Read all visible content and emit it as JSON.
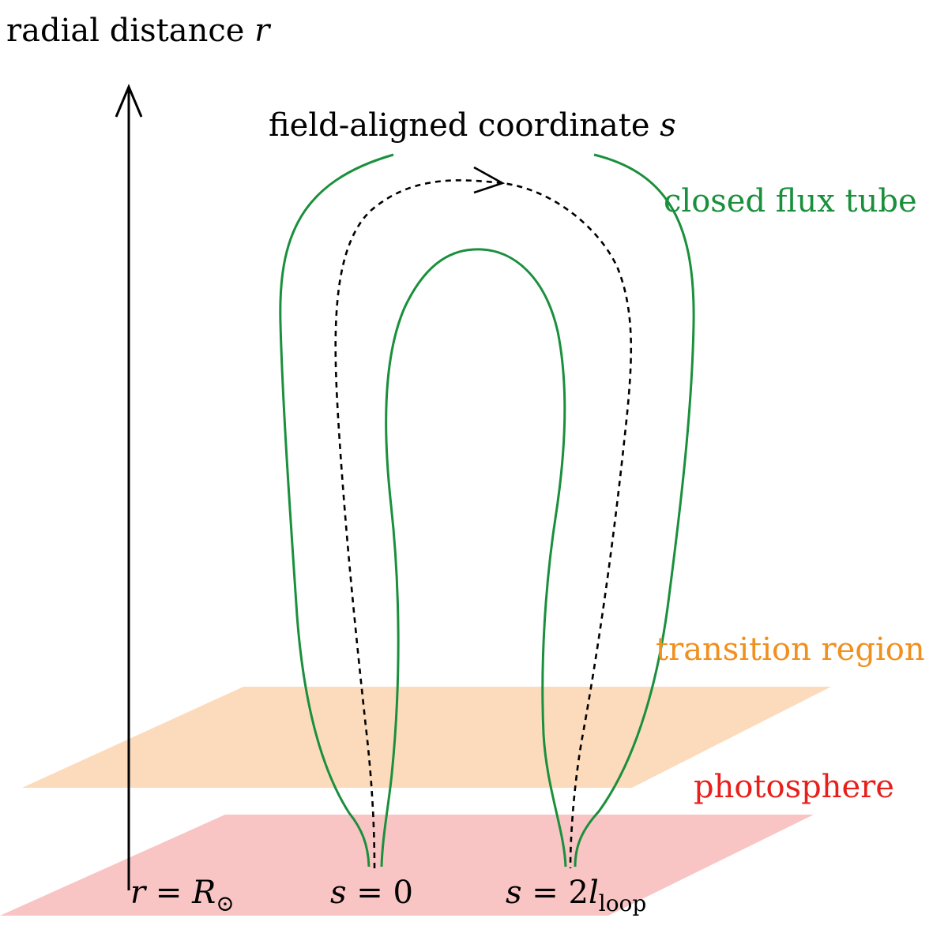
{
  "labels": {
    "radial_axis": "radial distance",
    "radial_var": "r",
    "field_coord": "field-aligned coordinate",
    "field_var": "s",
    "closed_flux_tube": "closed flux tube",
    "transition_region": "transition region",
    "photosphere": "photosphere",
    "r_eq_label": {
      "var": "r",
      "eq": " = ",
      "val": "R",
      "sub": "⊙"
    },
    "s_zero_label": {
      "var": "s",
      "eq": " = ",
      "val": "0"
    },
    "s_end_label": {
      "var": "s",
      "eq": " = ",
      "val": "2",
      "var2": "l",
      "sub": "loop"
    }
  },
  "colors": {
    "flux_tube": "#1a8f3c",
    "transition_region_fill": "#fcd9b8",
    "transition_region_text": "#f0901e",
    "photosphere_fill": "#f9c4c4",
    "photosphere_text": "#e8201c",
    "axis": "#000000"
  }
}
